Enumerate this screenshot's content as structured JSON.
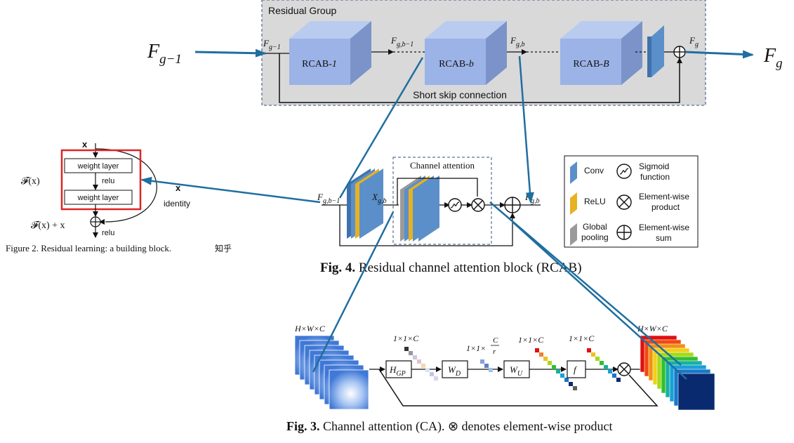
{
  "residual_group": {
    "title": "Residual Group",
    "input_label": "F",
    "input_sub": "g−1",
    "output_label": "F",
    "output_sub": "g",
    "inner_in": "F",
    "inner_in_sub": "g−1",
    "fgb1": "F",
    "fgb1_sub": "g,b−1",
    "fgb": "F",
    "fgb_sub": "g,b",
    "fg": "F",
    "fg_sub": "g",
    "blocks": [
      {
        "prefix": "RCAB-",
        "idx": "1"
      },
      {
        "prefix": "RCAB-",
        "idx": "b"
      },
      {
        "prefix": "RCAB-",
        "idx": "B"
      }
    ],
    "skip_label": "Short skip connection"
  },
  "resnet_block": {
    "x_top": "x",
    "layer1": "weight layer",
    "layer2": "weight layer",
    "relu1": "relu",
    "relu2": "relu",
    "fx": "𝓕(x)",
    "fx_plus": "𝓕(x) + x",
    "x_side": "x",
    "identity": "identity",
    "caption": "Figure 2. Residual learning: a building block.",
    "watermark": "知乎"
  },
  "rcab": {
    "in_label": "F",
    "in_sub": "g,b−1",
    "x_label": "X",
    "x_sub": "g,b",
    "ca_title": "Channel attention",
    "out_label": "F",
    "out_sub": "g,b",
    "caption_bold": "Fig. 4.",
    "caption": " Residual channel attention block (RCAB)"
  },
  "legend": {
    "items": [
      {
        "icon": "conv-icon",
        "label": "Conv"
      },
      {
        "icon": "sigmoid-icon",
        "label1": "Sigmoid",
        "label2": "function"
      },
      {
        "icon": "relu-icon",
        "label": "ReLU"
      },
      {
        "icon": "product-icon",
        "label1": "Element-wise",
        "label2": "product"
      },
      {
        "icon": "pooling-icon",
        "label1": "Global",
        "label2": "pooling"
      },
      {
        "icon": "sum-icon",
        "label1": "Element-wise",
        "label2": "sum"
      }
    ]
  },
  "ca": {
    "in_dim": "H×W×C",
    "pool_dim": "1×1×C",
    "down_dim_pre": "1×1×",
    "down_dim_num": "C",
    "down_dim_den": "r",
    "up_dim": "1×1×C",
    "f_dim": "1×1×C",
    "out_dim": "H×W×C",
    "hgp": "H",
    "hgp_sub": "GP",
    "wd": "W",
    "wd_sub": "D",
    "wu": "W",
    "wu_sub": "U",
    "f": "f",
    "caption_bold": "Fig. 3.",
    "caption": " Channel attention (CA). ⊗ denotes element-wise product"
  },
  "colors": {
    "group_bg": "#d9d9d9",
    "block_face": "#9bb3e6",
    "block_top": "#b9cbef",
    "block_side": "#7b93c9",
    "link_blue": "#1f6ea0",
    "conv_blue": "#5b8fc9",
    "relu_yellow": "#e6b222"
  }
}
